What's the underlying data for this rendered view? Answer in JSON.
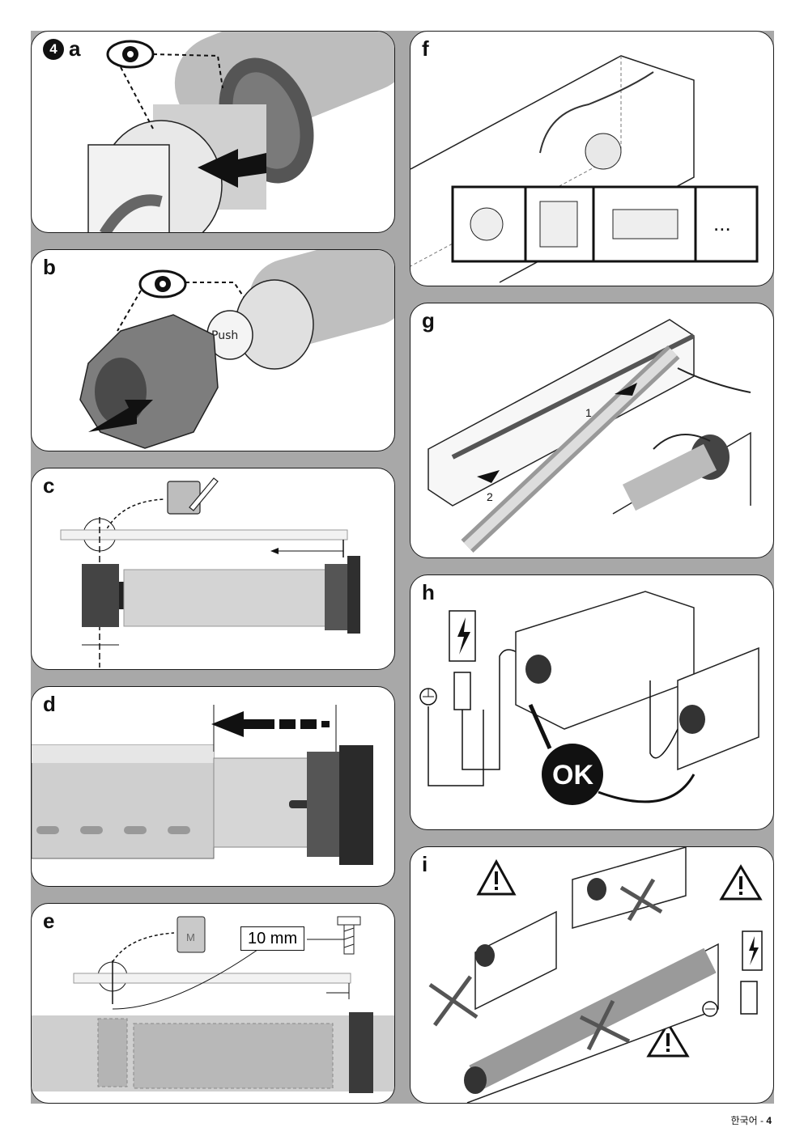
{
  "panels": {
    "a": {
      "step": "4",
      "label": "a"
    },
    "b": {
      "label": "b",
      "push": "Push"
    },
    "c": {
      "label": "c"
    },
    "d": {
      "label": "d"
    },
    "e": {
      "label": "e",
      "screw_length": "10 mm",
      "memo_letter": "M"
    },
    "f": {
      "label": "f",
      "more": "..."
    },
    "g": {
      "label": "g",
      "arrow1": "1",
      "arrow2": "2"
    },
    "h": {
      "label": "h",
      "ok": "OK"
    },
    "i": {
      "label": "i"
    }
  },
  "footer": {
    "language": "한국어",
    "separator": " - ",
    "page": "4"
  },
  "colors": {
    "panel_bg": "#ffffff",
    "strip": "#a8a8a8",
    "tube": "#c8c8c8",
    "dark": "#3a3a3a"
  },
  "icons": [
    "eye-icon",
    "notepad-pencil-icon",
    "screw-icon",
    "lightning-icon",
    "ground-icon",
    "warning-icon",
    "cross-icon"
  ]
}
